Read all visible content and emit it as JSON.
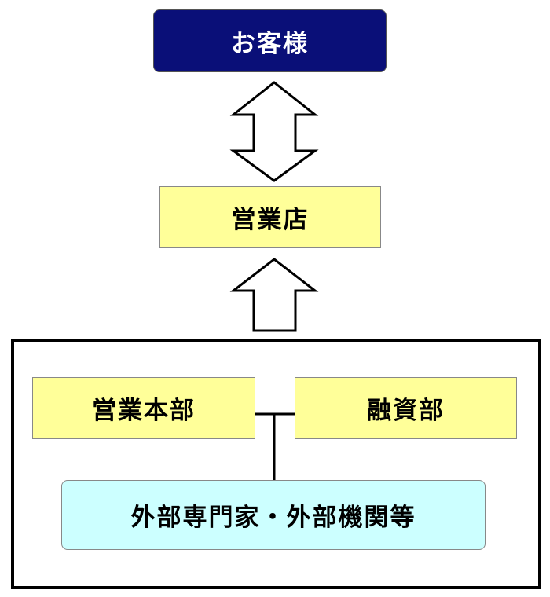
{
  "nodes": {
    "customer": "お客様",
    "branch": "営業店",
    "sales_hq": "営業本部",
    "finance_dept": "融資部",
    "external": "外部専門家・外部機関等"
  },
  "colors": {
    "customer_fill": "#0a0f78",
    "yellow_fill": "#ffff99",
    "cyan_fill": "#ccffff"
  }
}
